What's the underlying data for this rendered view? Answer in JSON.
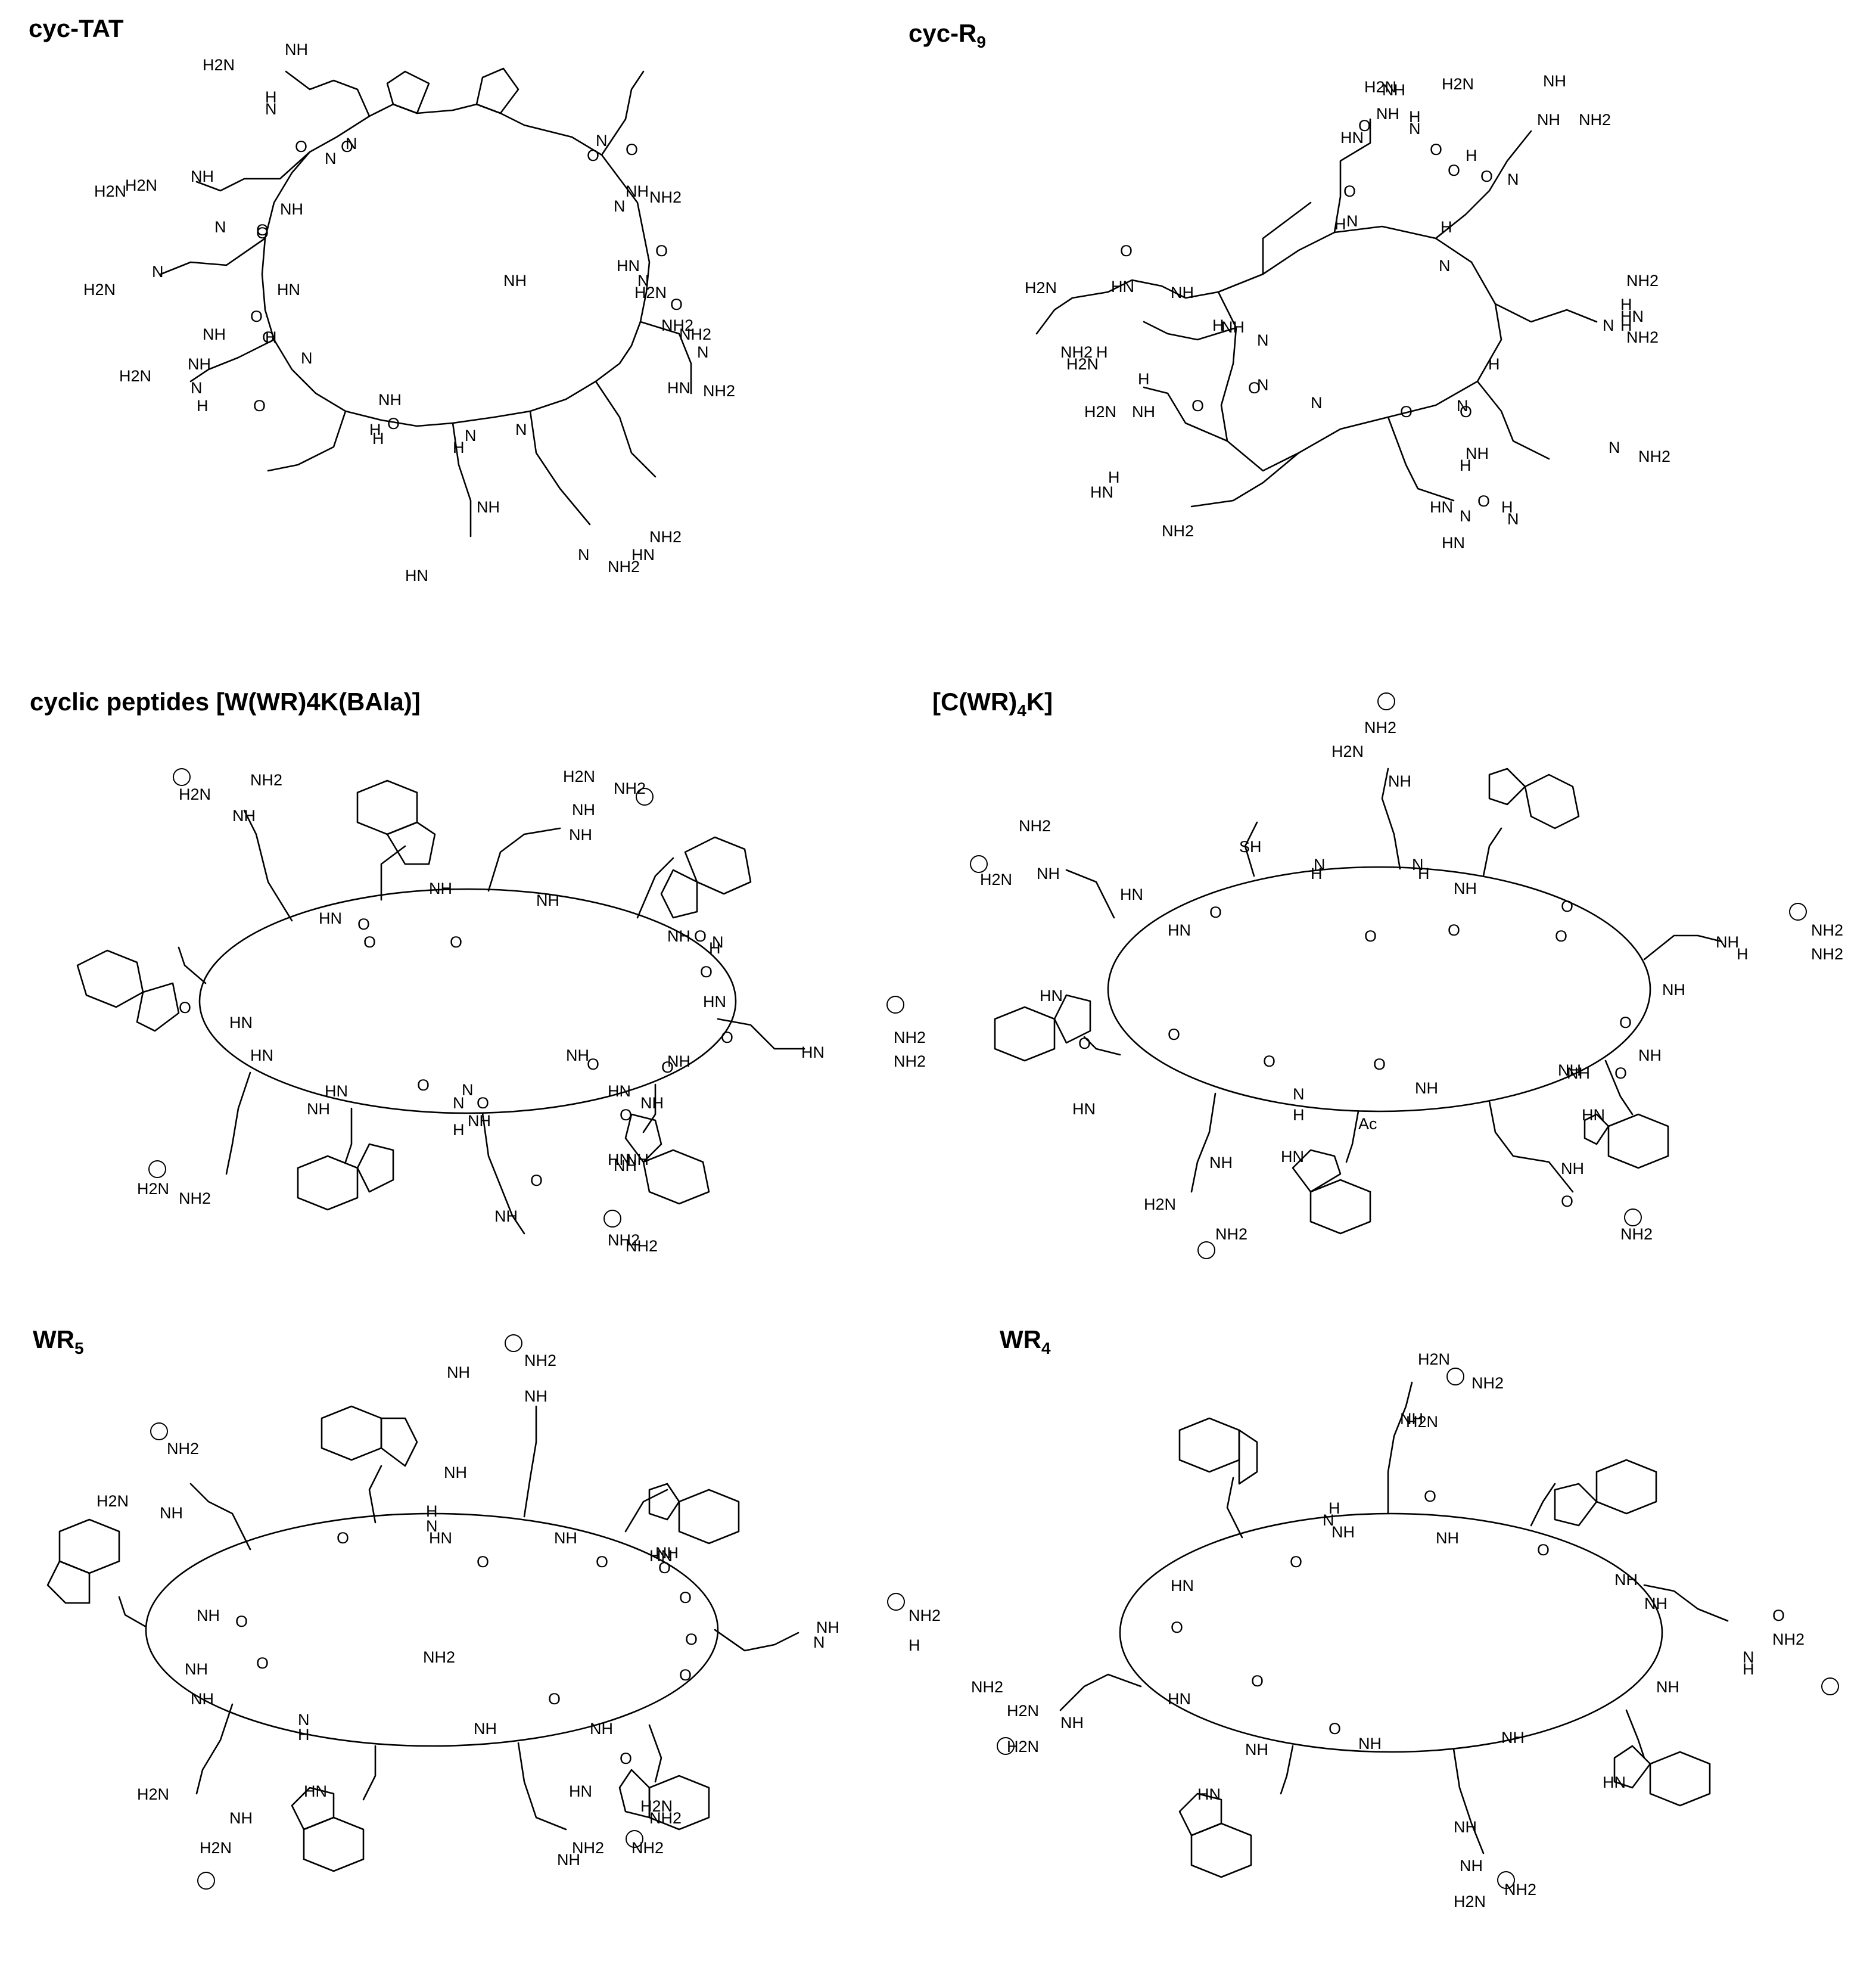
{
  "panels": [
    {
      "id": "cyc-tat",
      "title": "cyc-TAT",
      "labels": [
        "NH",
        "H2N",
        "H",
        "N",
        "O",
        "N",
        "O",
        "N",
        "H2N",
        "O",
        "NH",
        "H2N",
        "N",
        "O",
        "NH",
        "HN",
        "H2N",
        "N",
        "O",
        "H",
        "O",
        "N",
        "NH",
        "O",
        "H2N",
        "NH",
        "N",
        "H",
        "NH",
        "O",
        "N",
        "H",
        "N",
        "O",
        "NH2",
        "H2N",
        "N",
        "O",
        "HN",
        "NH2",
        "N",
        "N",
        "O",
        "N",
        "H",
        "H",
        "NH",
        "O",
        "NH",
        "NH2",
        "HN",
        "NH2",
        "NH",
        "HN",
        "NH2",
        "N",
        "HN",
        "NH2"
      ]
    },
    {
      "id": "cyc-r9",
      "title": "cyc-R",
      "title_sub": "9",
      "labels": [
        "H2N",
        "NH",
        "NH",
        "HN",
        "H",
        "N",
        "O",
        "H",
        "NH",
        "NH2",
        "NH",
        "O",
        "N",
        "O",
        "H",
        "H2N",
        "O",
        "N",
        "H",
        "O",
        "N",
        "NH2",
        "H",
        "H2N",
        "O",
        "NH",
        "NH",
        "H",
        "N",
        "HN",
        "N",
        "H",
        "NH2",
        "H",
        "O",
        "N",
        "O",
        "NH2",
        "HN",
        "N",
        "NH",
        "H",
        "N",
        "H2N",
        "H",
        "NH",
        "O",
        "N",
        "O",
        "HN",
        "H",
        "NH2",
        "HN",
        "N",
        "O",
        "H",
        "N",
        "H2N",
        "NH2",
        "H",
        "HN"
      ]
    },
    {
      "id": "w-wr4-k-bala",
      "title": "cyclic peptides  [W(WR)4K(BAla)]",
      "labels": [
        "H2N",
        "NH2",
        "NH",
        "NH",
        "H2N",
        "NH2",
        "NH",
        "HN",
        "NH",
        "O",
        "O",
        "NH",
        "O",
        "NH",
        "N",
        "O",
        "H",
        "O",
        "O",
        "HN",
        "NH",
        "O",
        "NH2",
        "HN",
        "NH2",
        "NH",
        "O",
        "N",
        "O",
        "HN",
        "HN",
        "N",
        "NH",
        "O",
        "H",
        "O",
        "HN",
        "NH",
        "O",
        "NH",
        "NH",
        "H2N",
        "NH2",
        "NH2",
        "NH",
        "HN",
        "HN",
        "NH",
        "O",
        "NH2"
      ]
    },
    {
      "id": "c-wr4-k",
      "title": "[C(WR)",
      "title_sub": "4",
      "title_tail": "K]",
      "labels": [
        "NH2",
        "H2N",
        "NH",
        "SH",
        "HN",
        "H2N",
        "NH2",
        "NH",
        "N",
        "H",
        "N",
        "H",
        "NH",
        "O",
        "O",
        "HN",
        "O",
        "O",
        "O",
        "NH2",
        "NH",
        "H",
        "NH2",
        "HN",
        "O",
        "NH",
        "O",
        "NH",
        "O",
        "HN",
        "O",
        "O",
        "O",
        "NH",
        "N",
        "H",
        "NH",
        "NH",
        "Ac",
        "HN",
        "NH",
        "HN",
        "H2N",
        "NH",
        "O",
        "NH2",
        "NH2"
      ]
    },
    {
      "id": "wr5",
      "title": "WR",
      "title_sub": "5",
      "labels": [
        "NH2",
        "H2N",
        "NH",
        "NH2",
        "NH",
        "NH",
        "HN",
        "H",
        "N",
        "NH",
        "NH",
        "O",
        "O",
        "HN",
        "NH",
        "O",
        "O",
        "O",
        "NH",
        "NH2",
        "O",
        "NH",
        "N",
        "H",
        "NH2",
        "O",
        "NH",
        "O",
        "NH",
        "O",
        "N",
        "H",
        "NH",
        "NH",
        "O",
        "O",
        "HN",
        "HN",
        "NH2",
        "H2N",
        "NH",
        "H2N",
        "NH2",
        "NH",
        "NH2",
        "H2N"
      ]
    },
    {
      "id": "wr4",
      "title": "WR",
      "title_sub": "4",
      "labels": [
        "H2N",
        "NH2",
        "NH",
        "H2N",
        "H",
        "NH",
        "N",
        "O",
        "NH",
        "O",
        "O",
        "NH",
        "HN",
        "NH",
        "O",
        "NH2",
        "O",
        "N",
        "H",
        "NH2",
        "H2N",
        "NH",
        "HN",
        "NH",
        "O",
        "O",
        "NH",
        "NH",
        "H2N",
        "NH",
        "HN",
        "HN",
        "NH",
        "NH",
        "NH2",
        "H2N"
      ]
    }
  ]
}
